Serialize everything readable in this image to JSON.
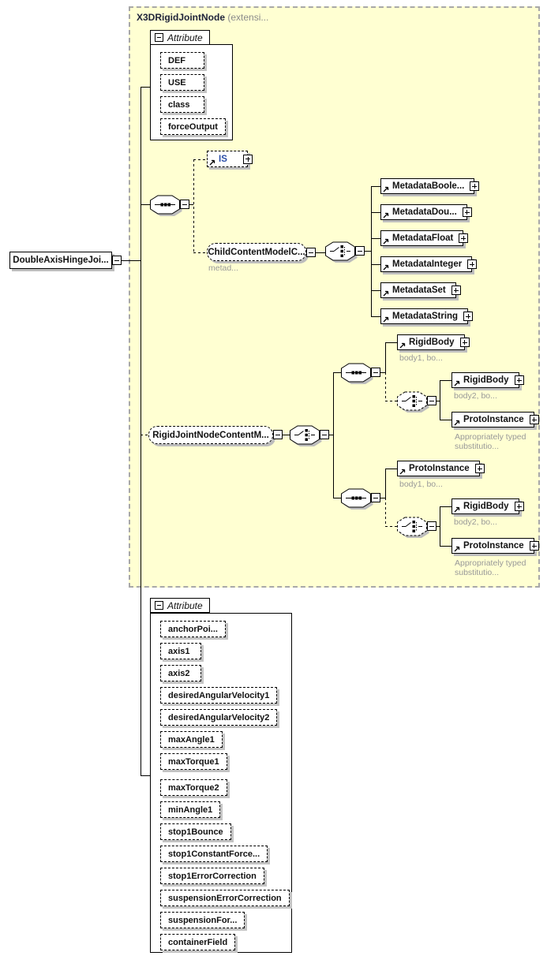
{
  "container": {
    "title": "X3DRigidJointNode",
    "subtitle": "(extensi..."
  },
  "root": {
    "label": "DoubleAxisHingeJoi..."
  },
  "groups": {
    "top": {
      "header": "Attribute",
      "items": [
        "DEF",
        "USE",
        "class",
        "forceOutput"
      ]
    },
    "bottom": {
      "header": "Attribute",
      "items": [
        "anchorPoi...",
        "axis1",
        "axis2",
        "desiredAngularVelocity1",
        "desiredAngularVelocity2",
        "maxAngle1",
        "maxTorque1",
        "maxTorque2",
        "minAngle1",
        "stop1Bounce",
        "stop1ConstantForce...",
        "stop1ErrorCorrection",
        "suspensionErrorCorrection",
        "suspensionFor...",
        "containerField"
      ]
    }
  },
  "nodes": {
    "is": {
      "label": "IS"
    },
    "child_content": {
      "label": "ChildContentModelC...",
      "annotation": "metad..."
    },
    "rigid_content": {
      "label": "RigidJointNodeContentM..."
    }
  },
  "metadata": {
    "items": [
      "MetadataBoole...",
      "MetadataDou...",
      "MetadataFloat",
      "MetadataInteger",
      "MetadataSet",
      "MetadataString"
    ]
  },
  "branch_a": {
    "first": {
      "label": "RigidBody",
      "annotation": "body1, bo..."
    },
    "alt1": {
      "label": "RigidBody",
      "annotation": "body2, bo..."
    },
    "alt2": {
      "label": "ProtoInstance",
      "annotation": "Appropriately typed substitutio..."
    }
  },
  "branch_b": {
    "first": {
      "label": "ProtoInstance",
      "annotation": "body1, bo..."
    },
    "alt1": {
      "label": "RigidBody",
      "annotation": "body2, bo..."
    },
    "alt2": {
      "label": "ProtoInstance",
      "annotation": "Appropriately typed substitutio..."
    }
  },
  "colors": {
    "container_bg": "#ffffd2",
    "container_border": "#a8a8a8",
    "node_border": "#000000",
    "shadow": "#bdbdbd",
    "annotation_text": "#999999"
  }
}
